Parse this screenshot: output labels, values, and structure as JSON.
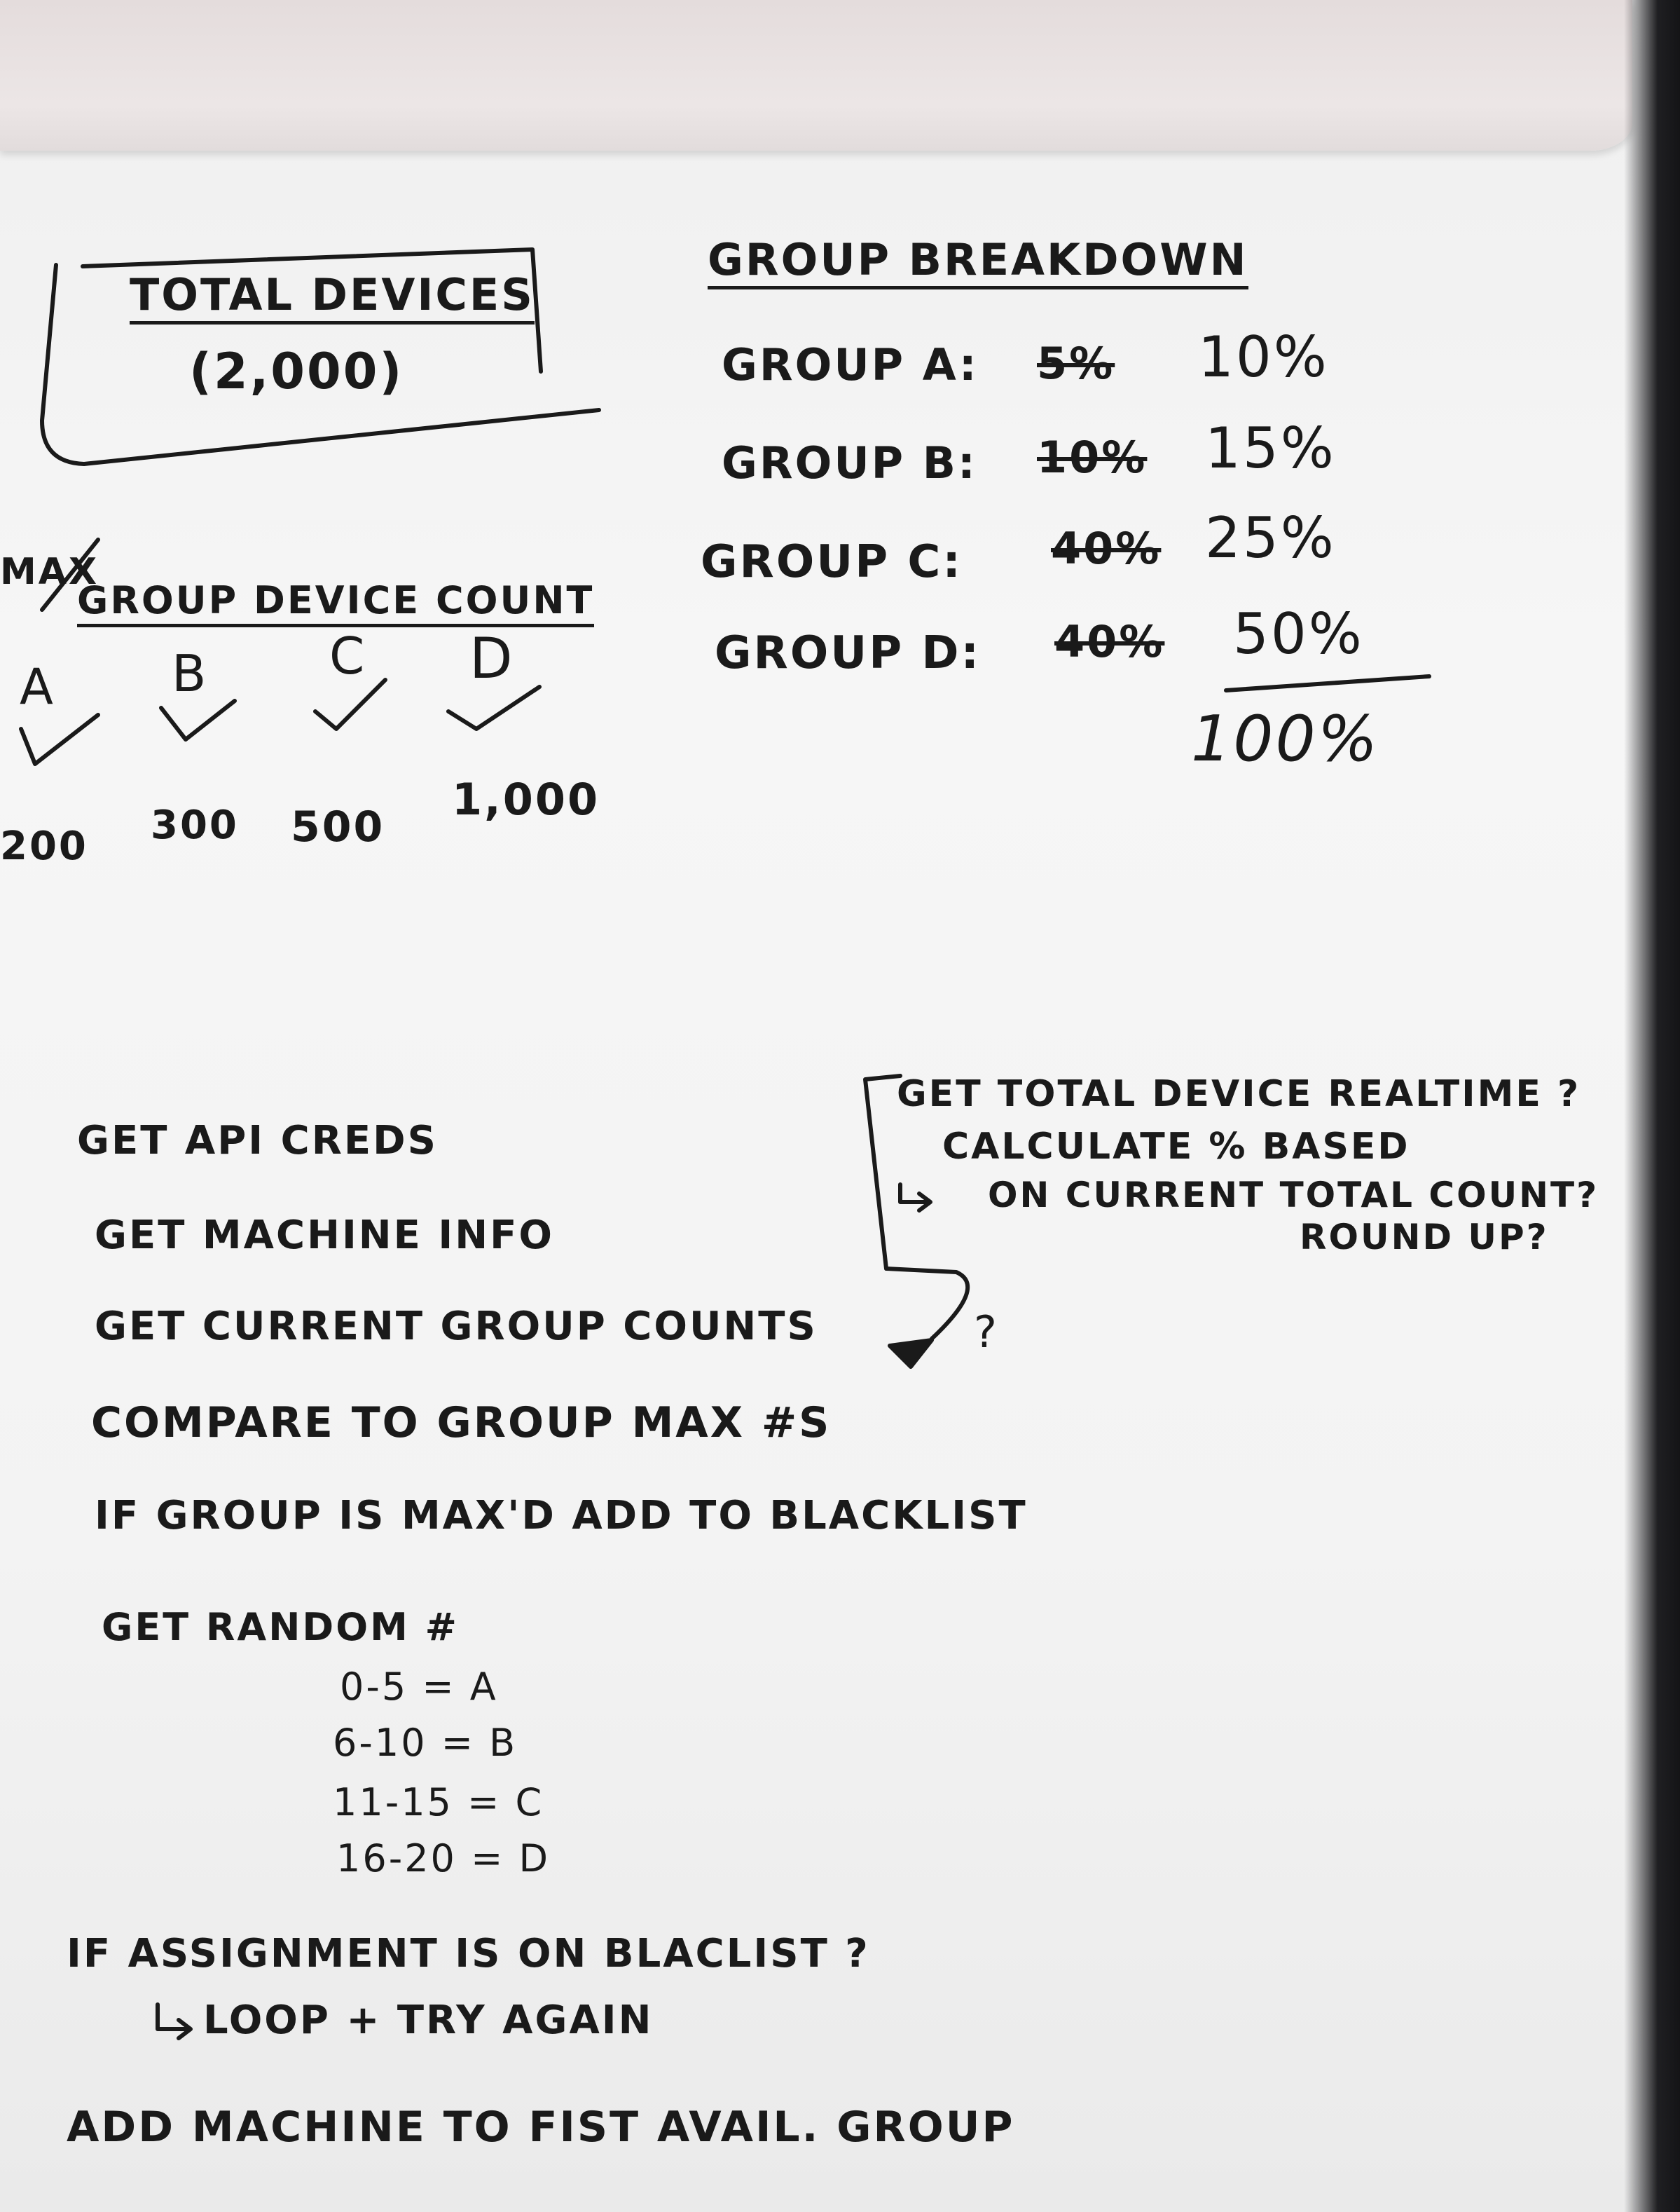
{
  "total_box": {
    "title": "TOTAL DEVICES",
    "count": "(2,000)"
  },
  "breakdown": {
    "title": "GROUP BREAKDOWN",
    "rows": [
      {
        "label": "GROUP A:",
        "old": "5%",
        "new": "10%"
      },
      {
        "label": "GROUP B:",
        "old": "10%",
        "new": "15%"
      },
      {
        "label": "GROUP C:",
        "old": "40%",
        "new": "25%"
      },
      {
        "label": "GROUP D:",
        "old": "40%",
        "new": "50%"
      }
    ],
    "total": "100%"
  },
  "max_counts": {
    "prefix": "MAX",
    "title": "GROUP DEVICE COUNT",
    "groups": [
      "A",
      "B",
      "C",
      "D"
    ],
    "values": [
      "200",
      "300",
      "500",
      "1,000"
    ]
  },
  "side_note": {
    "line1": "GET TOTAL DEVICE REALTIME ?",
    "line2": "CALCULATE % BASED",
    "line3": "ON CURRENT TOTAL COUNT?",
    "line4": "ROUND UP?",
    "question": "?"
  },
  "steps": [
    "GET API CREDS",
    "GET MACHINE INFO",
    "GET CURRENT GROUP COUNTS",
    "COMPARE TO GROUP MAX #S",
    "IF GROUP IS MAX'D ADD TO BLACKLIST",
    "GET RANDOM #"
  ],
  "random_ranges": [
    "0-5 = A",
    "6-10 = B",
    "11-15 = C",
    "16-20 = D"
  ],
  "blacklist_check": {
    "line1": "IF ASSIGNMENT IS ON BLACLIST ?",
    "line2": "LOOP + TRY AGAIN"
  },
  "final_step": "ADD MACHINE TO FIST AVAIL. GROUP"
}
